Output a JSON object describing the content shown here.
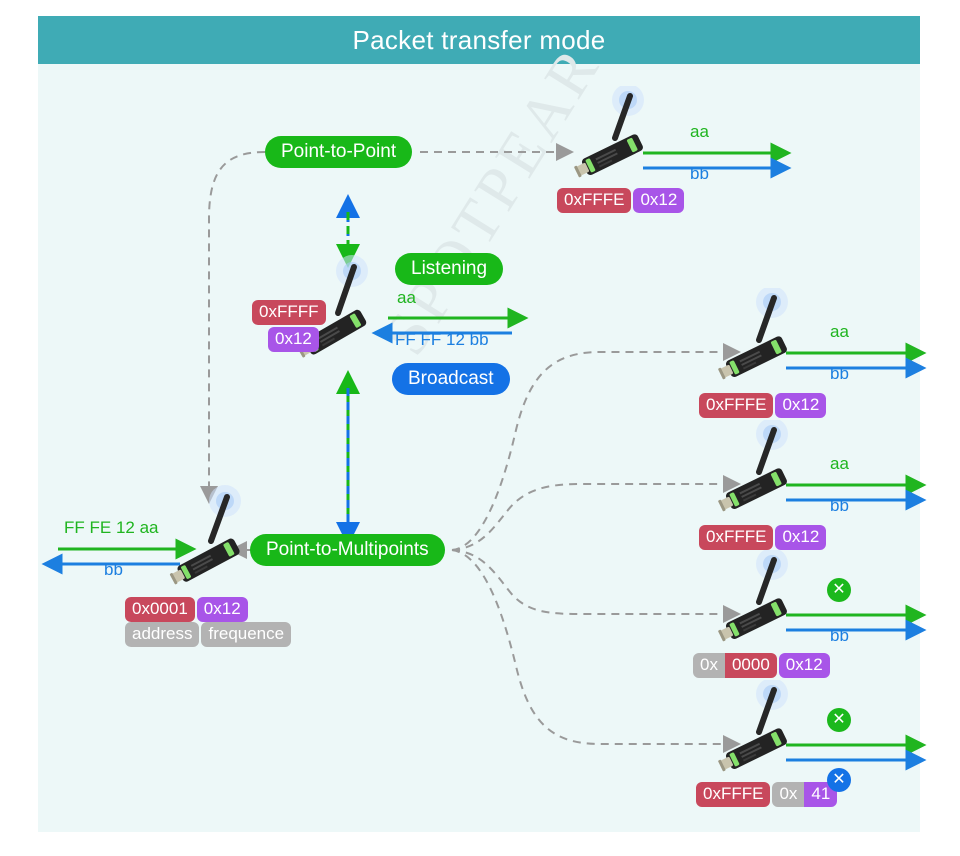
{
  "header": {
    "title": "Packet transfer mode",
    "bg": "#3fabb5"
  },
  "panel": {
    "bg": "#edf8f8"
  },
  "watermark": {
    "text": "SPOTPEAR"
  },
  "colors": {
    "green": "#20b520",
    "blue": "#1c7fe0",
    "pill_green": "#18b818",
    "pill_blue": "#1472e6",
    "badge_red": "#c8485c",
    "badge_purple": "#a855e8",
    "badge_gray": "#b3b3b3",
    "dashed_link": "#8f8f8f"
  },
  "modes": {
    "point_to_point": "Point-to-Point",
    "listening": "Listening",
    "broadcast": "Broadcast",
    "point_to_multipoints": "Point-to-Multipoints"
  },
  "legend": {
    "address": "address",
    "frequence": "frequence"
  },
  "nodes": {
    "p2p_receiver": {
      "name": "point-to-point-receiver",
      "tx_label": "aa",
      "rx_label": "bb",
      "address": "0xFFFE",
      "frequence": "0x12"
    },
    "listening_device": {
      "name": "listening-device",
      "tx_label": "aa",
      "rx_label": "FF FF 12 bb",
      "address": "0xFFFF",
      "frequence": "0x12"
    },
    "source_device": {
      "name": "source-device",
      "tx_label": "FF FE 12 aa",
      "rx_label": "bb",
      "address": "0x0001",
      "frequence": "0x12"
    },
    "multipoint_1": {
      "name": "multipoint-receiver-1",
      "tx_label": "aa",
      "rx_label": "bb",
      "address": "0xFFFE",
      "frequence": "0x12"
    },
    "multipoint_2": {
      "name": "multipoint-receiver-2",
      "tx_label": "aa",
      "rx_label": "bb",
      "address": "0xFFFE",
      "frequence": "0x12"
    },
    "multipoint_3": {
      "name": "multipoint-receiver-3",
      "tx_label": "x",
      "tx_status": "blocked",
      "rx_label": "bb",
      "address_prefix": "0x",
      "address_value": "0000",
      "frequence": "0x12"
    },
    "multipoint_4": {
      "name": "multipoint-receiver-4",
      "tx_label": "x",
      "tx_status": "blocked",
      "rx_label": "x",
      "rx_status": "blocked",
      "address": "0xFFFE",
      "frequence_prefix": "0x",
      "frequence_value": "41"
    }
  },
  "icons": {
    "blocked": "✕"
  }
}
